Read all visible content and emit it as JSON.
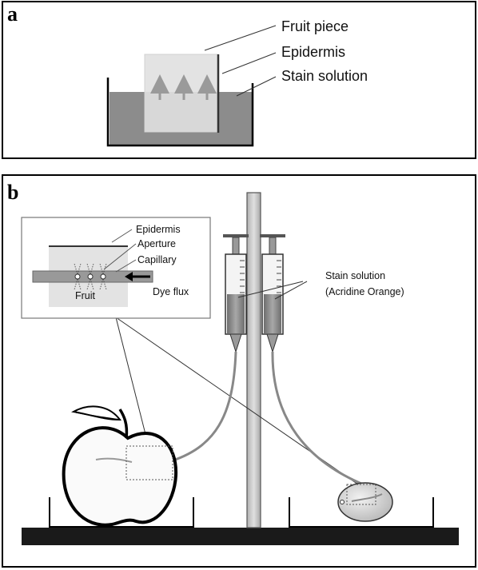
{
  "panel_a": {
    "letter": "a",
    "labels": {
      "fruit_piece": "Fruit piece",
      "epidermis": "Epidermis",
      "stain_solution": "Stain solution"
    }
  },
  "panel_b": {
    "letter": "b",
    "inset": {
      "epidermis": "Epidermis",
      "aperture": "Aperture",
      "capillary": "Capillary",
      "dye_flux": "Dye flux",
      "fruit": "Fruit"
    },
    "stain_solution_line1": "Stain solution",
    "stain_solution_line2": "(Acridine Orange)"
  },
  "colors": {
    "stain": "#8c8c8c",
    "fruit_piece": "#e2e2e2",
    "stand": "#c8c8c8",
    "base": "#1a1a1a"
  }
}
